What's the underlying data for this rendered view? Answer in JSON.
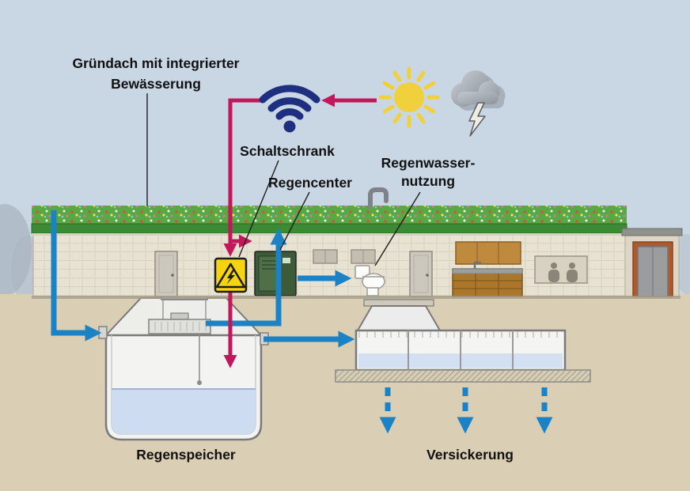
{
  "diagram": {
    "labels": {
      "green_roof_1": "Gründach mit integrierter",
      "green_roof_2": "Bewässerung",
      "control_cabinet": "Schaltschrank",
      "rain_center": "Regencenter",
      "rainwater_use_1": "Regenwasser-",
      "rainwater_use_2": "nutzung",
      "rain_storage_tank": "Regenspeicher",
      "infiltration": "Versickerung"
    },
    "icons": {
      "wifi": "wifi-icon",
      "sun": "sun-icon",
      "storm_cloud": "storm-cloud-icon",
      "warning_lightning": "warning-lightning-icon",
      "toilet": "toilet-icon",
      "vent_pipe": "vent-pipe-icon"
    },
    "colors": {
      "sky": "#c9d6e4",
      "ground": "#dacfb4",
      "wall": "#e8e2d2",
      "roof_vegetation": "#5aa845",
      "roof_fascia": "#3c8a34",
      "flow_blue": "#1b82c5",
      "signal_red": "#c2185b",
      "wifi_blue": "#1d2f7e",
      "sun_yellow": "#f1d13b",
      "cloud_gray": "#a8aeb6",
      "warning_yellow": "#f6d411",
      "cabinet_green": "#3d5a39",
      "tank_water": "#cddcf0"
    }
  }
}
